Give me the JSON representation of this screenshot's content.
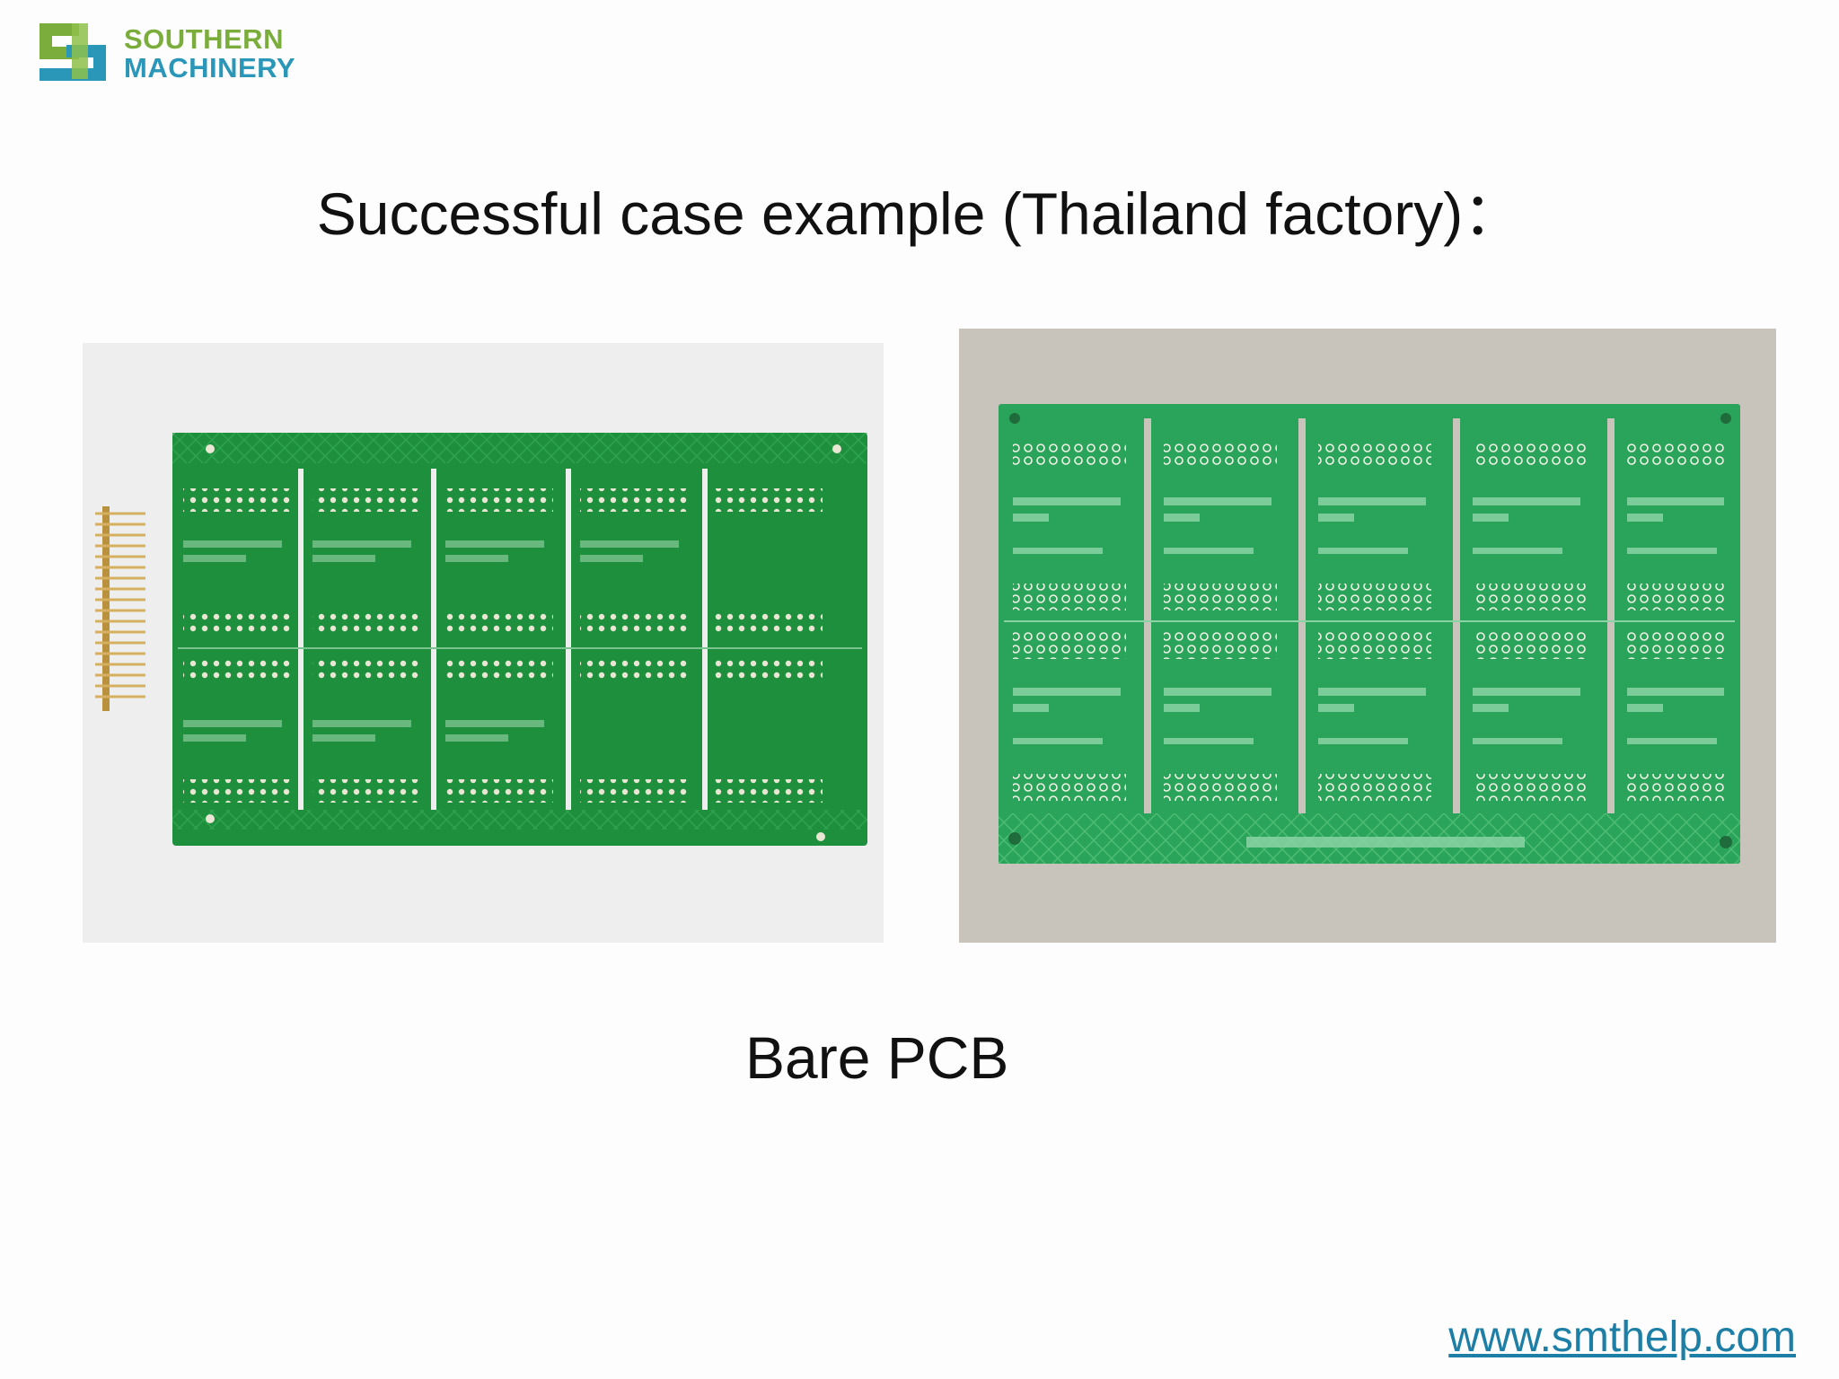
{
  "logo": {
    "line1": "SOUTHERN",
    "line2": "MACHINERY",
    "colors": {
      "green": "#7bad3c",
      "blue": "#2a97b8"
    }
  },
  "title": "Successful case example (Thailand factory)：",
  "images": [
    {
      "description_name": "bare-pcb-photo-left",
      "board_color": "#1e8f3c"
    },
    {
      "description_name": "bare-pcb-photo-right",
      "board_color": "#2aa45a"
    }
  ],
  "caption": "Bare PCB",
  "website": "www.smthelp.com"
}
